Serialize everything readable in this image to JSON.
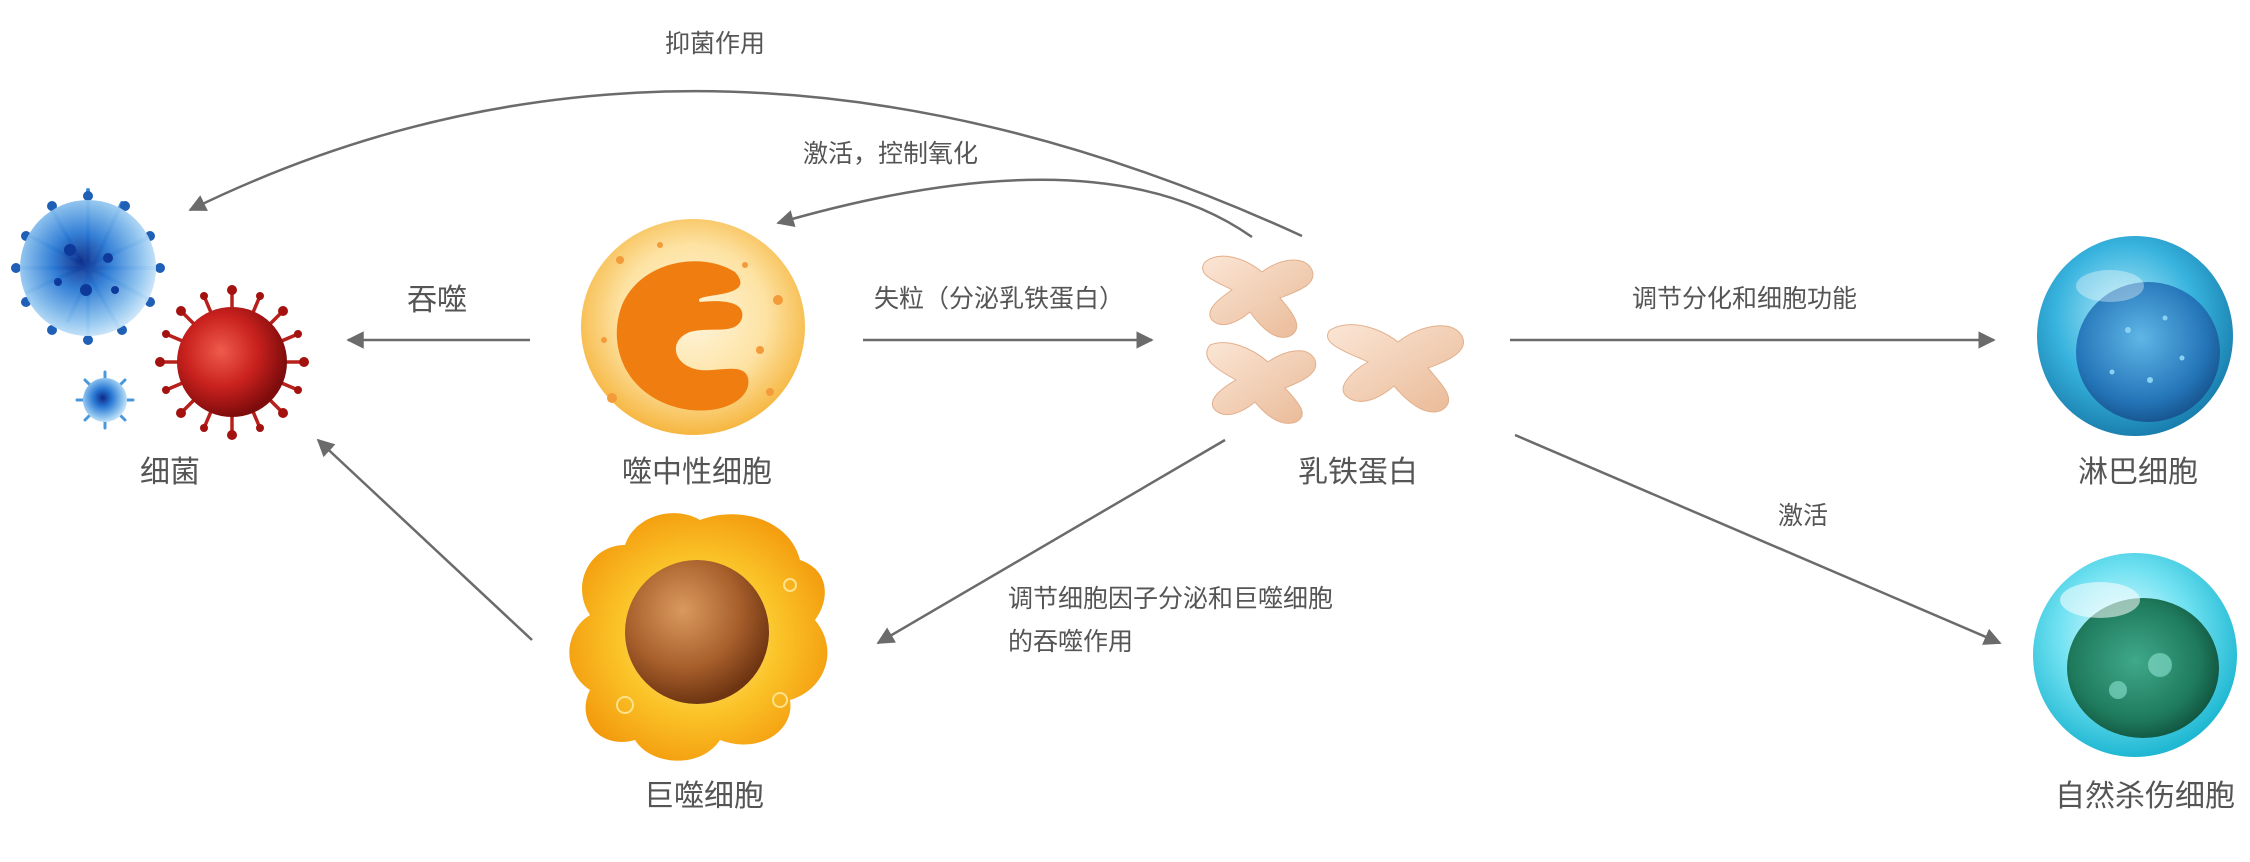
{
  "nodes": {
    "bacteria": "细菌",
    "neutrophil": "噬中性细胞",
    "macrophage": "巨噬细胞",
    "lactoferrin": "乳铁蛋白",
    "lymphocyte": "淋巴细胞",
    "nk_cell": "自然杀伤细胞"
  },
  "edges": {
    "antibacterial": "抑菌作用",
    "activate_control_oxidation": "激活，控制氧化",
    "phagocytosis": "吞噬",
    "degranulation": "失粒（分泌乳铁蛋白）",
    "regulate_differentiation": "调节分化和细胞功能",
    "activate": "激活",
    "regulate_cytokine_line1": "调节细胞因子分泌和巨噬细胞",
    "regulate_cytokine_line2": "的吞噬作用"
  },
  "icons": {
    "bacteria": [
      "blue-virus-icon",
      "red-virus-icon",
      "small-blue-virus-icon"
    ],
    "neutrophil": "neutrophil-cell-icon",
    "macrophage": "macrophage-cell-icon",
    "lactoferrin": "lactoferrin-protein-icon",
    "lymphocyte": "lymphocyte-cell-icon",
    "nk_cell": "nk-cell-icon"
  },
  "colors": {
    "arrow": "#6b6b6b",
    "text": "#555555",
    "bacteria_blue": "#2f7fd0",
    "bacteria_red": "#c9211e",
    "neutrophil_body": "#fbd27a",
    "neutrophil_nucleus": "#f07d10",
    "macrophage_body": "#f9b91b",
    "macrophage_nucleus": "#a9602c",
    "lactoferrin": "#f3d3bd",
    "lymphocyte": "#2fa6d4",
    "nk_cell": "#3ad5ea",
    "nk_nucleus": "#1f7a5c"
  }
}
